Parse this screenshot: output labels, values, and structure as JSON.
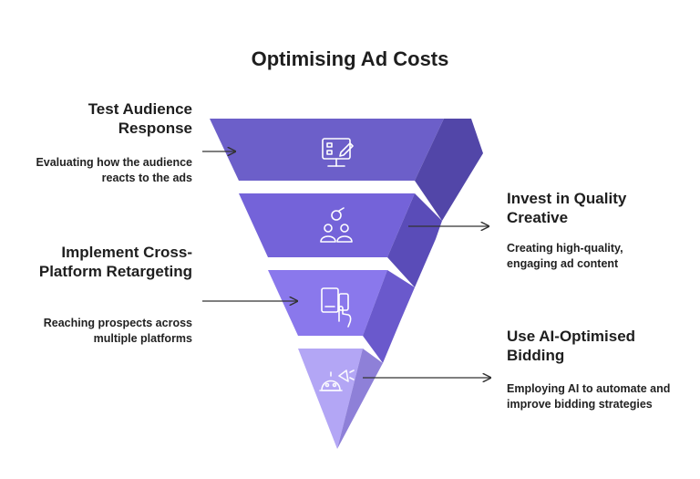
{
  "title": "Optimising Ad Costs",
  "colors": {
    "layer1": "#6c5fc9",
    "layer2": "#7463d9",
    "layer3": "#8a78ec",
    "layer4": "#b3a6f5",
    "side": "#5246a8",
    "arrow": "#333333"
  },
  "stages": [
    {
      "label": "Test Audience Response",
      "description": "Evaluating how the audience reacts to the ads",
      "icon": "monitor-edit-icon",
      "side": "left"
    },
    {
      "label": "Invest in Quality Creative",
      "description": "Creating high-quality, engaging ad content",
      "icon": "team-ideas-icon",
      "side": "right"
    },
    {
      "label": "Implement Cross-Platform Retargeting",
      "description": "Reaching prospects across multiple platforms",
      "icon": "devices-touch-icon",
      "side": "left"
    },
    {
      "label": "Use AI-Optimised Bidding",
      "description": "Employing AI to automate and improve bidding strategies",
      "icon": "ai-robot-megaphone-icon",
      "side": "right"
    }
  ]
}
